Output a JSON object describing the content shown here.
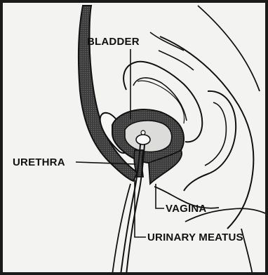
{
  "diagram": {
    "labels": {
      "bladder": "BLADDER",
      "urethra": "URETHRA",
      "vagina": "VAGINA",
      "urinary_meatus": "URINARY MEATUS"
    }
  }
}
